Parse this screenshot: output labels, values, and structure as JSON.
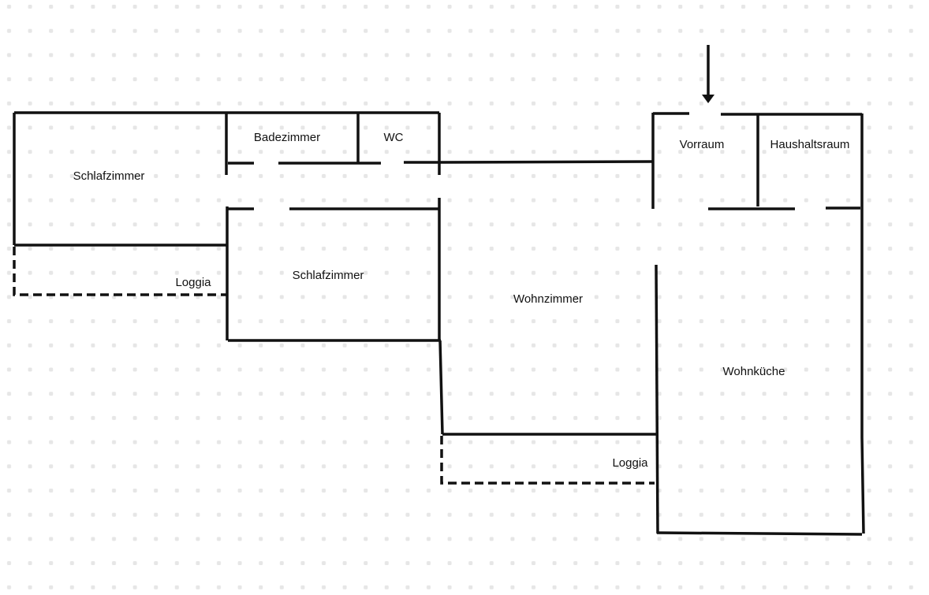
{
  "rooms": {
    "schlafzimmer_1": "Schlafzimmer",
    "badezimmer": "Badezimmer",
    "wc": "WC",
    "vorraum": "Vorraum",
    "haushaltsraum": "Haushaltsraum",
    "loggia_1": "Loggia",
    "schlafzimmer_2": "Schlafzimmer",
    "wohnzimmer": "Wohnzimmer",
    "wohnkueche": "Wohnküche",
    "loggia_2": "Loggia"
  },
  "colors": {
    "wall": "#111111",
    "grid_dot": "#e4e4e4",
    "background": "#ffffff"
  },
  "icons": {
    "entrance": "arrow-down-icon"
  }
}
